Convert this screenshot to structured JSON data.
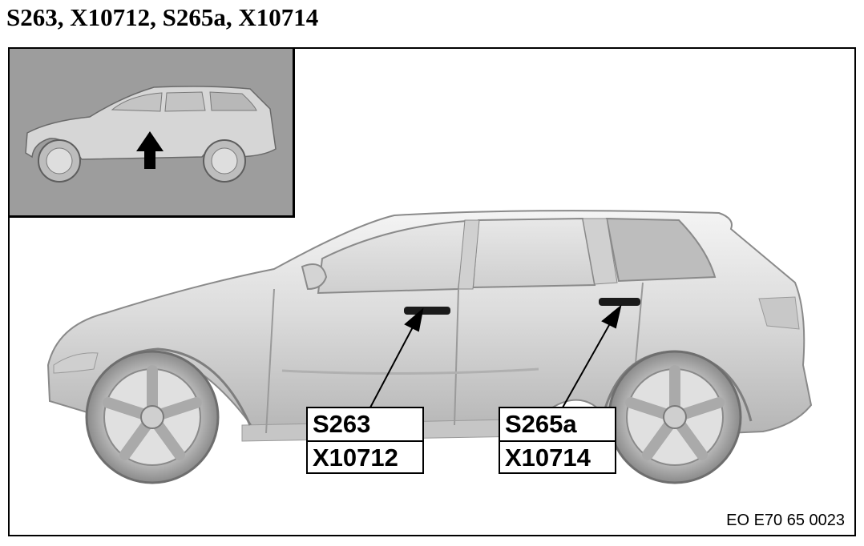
{
  "title": "S263, X10712, S265a, X10714",
  "callouts": [
    {
      "switch": "S263",
      "connector": "X10712"
    },
    {
      "switch": "S265a",
      "connector": "X10714"
    }
  ],
  "reference": "EO E70 65 0023"
}
